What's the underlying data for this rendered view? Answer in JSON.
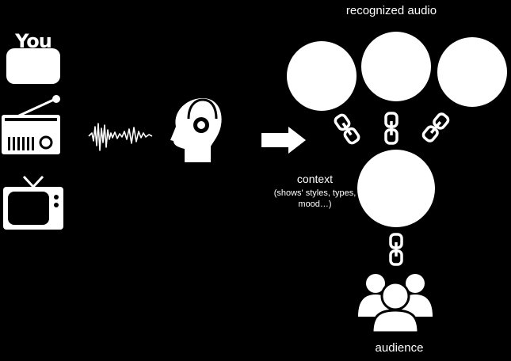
{
  "labels": {
    "recognized_audio": "recognized audio",
    "context": "context",
    "context_detail": "(shows' styles, types, mood…)",
    "audience": "audience",
    "youtube_logo_text": "You"
  },
  "icons": {
    "sources": [
      "youtube-icon",
      "radio-icon",
      "tv-icon"
    ],
    "listener": "listener-headphones-icon",
    "arrow": "arrow-right-icon",
    "links": [
      "chain-link-icon",
      "chain-link-icon",
      "chain-link-icon",
      "chain-link-icon"
    ],
    "audience": "audience-group-icon"
  },
  "colors": {
    "background": "#000000",
    "foreground": "#ffffff"
  }
}
